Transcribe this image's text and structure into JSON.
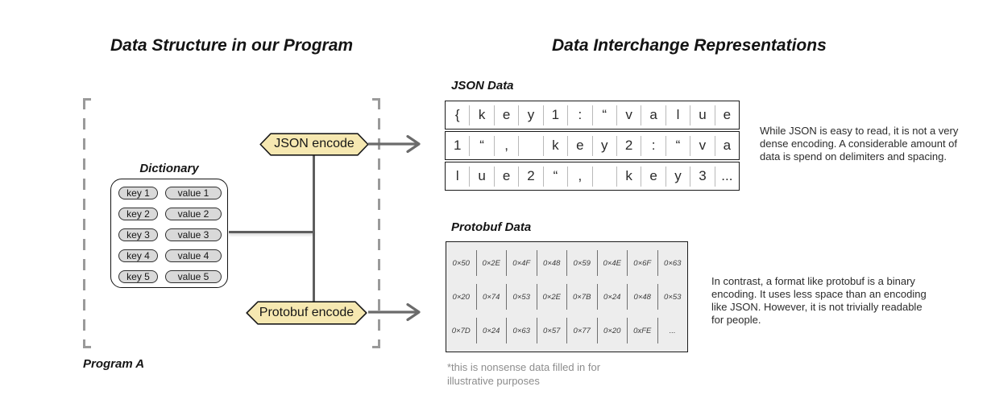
{
  "titles": {
    "left": "Data Structure in our Program",
    "right": "Data Interchange Representations"
  },
  "program": {
    "label": "Program A"
  },
  "dictionary": {
    "label": "Dictionary",
    "pairs": [
      {
        "key": "key 1",
        "value": "value 1"
      },
      {
        "key": "key 2",
        "value": "value 2"
      },
      {
        "key": "key 3",
        "value": "value 3"
      },
      {
        "key": "key 4",
        "value": "value 4"
      },
      {
        "key": "key 5",
        "value": "value 5"
      }
    ]
  },
  "encoders": {
    "json_label": "JSON encode",
    "protobuf_label": "Protobuf encode"
  },
  "json_section": {
    "title": "JSON Data",
    "grid": [
      [
        "{",
        "k",
        "e",
        "y",
        "1",
        ":",
        "“",
        "v",
        "a",
        "l",
        "u",
        "e"
      ],
      [
        "1",
        "“",
        ",",
        "",
        "k",
        "e",
        "y",
        "2",
        ":",
        "“",
        "v",
        "a"
      ],
      [
        "l",
        "u",
        "e",
        "2",
        "“",
        ",",
        "",
        "k",
        "e",
        "y",
        "3",
        "..."
      ]
    ],
    "note": "While JSON is easy to read, it is not a very dense encoding. A considerable amount of data is spend on delimiters and spacing."
  },
  "protobuf_section": {
    "title": "Protobuf Data",
    "grid": [
      [
        "0×50",
        "0×2E",
        "0×4F",
        "0×48",
        "0×59",
        "0×4E",
        "0×6F",
        "0×63"
      ],
      [
        "0×20",
        "0×74",
        "0×53",
        "0×2E",
        "0×7B",
        "0×24",
        "0×48",
        "0×53"
      ],
      [
        "0×7D",
        "0×24",
        "0×63",
        "0×57",
        "0×77",
        "0×20",
        "0xFE",
        "..."
      ]
    ],
    "note": "In contrast, a format like protobuf is a binary encoding. It uses less space than an encoding like JSON. However, it is not trivially readable for people.",
    "footnote": "*this is nonsense data filled in for illustrative purposes"
  },
  "colors": {
    "hexagon_fill": "#f6e8b1",
    "hexagon_border": "#1a1a1a",
    "pill_fill": "#d9d9d9",
    "connector_gray": "#5e5e5e",
    "arrow_gray": "#6b6b6b",
    "dashed_bracket_gray": "#9a9a9a",
    "protobuf_table_bg": "#ededed",
    "footnote_gray": "#8d8d8d"
  }
}
